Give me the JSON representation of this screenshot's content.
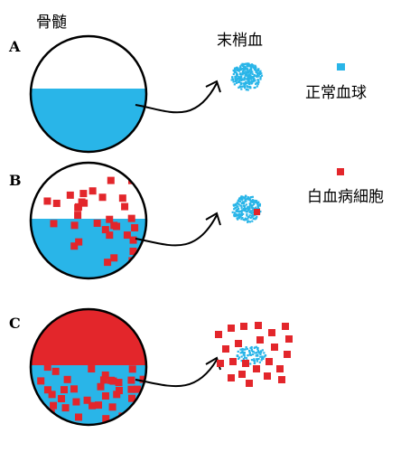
{
  "header": {
    "bone_marrow": "骨髄",
    "peripheral_blood": "末梢血"
  },
  "rows": [
    {
      "label": "A"
    },
    {
      "label": "B"
    },
    {
      "label": "C"
    }
  ],
  "legend": {
    "normal": {
      "label": "正常血球",
      "color": "#29b5e8"
    },
    "leukemia": {
      "label": "白血病細胞",
      "color": "#e3262b"
    }
  },
  "colors": {
    "normal": "#29b5e8",
    "leukemia": "#e3262b",
    "outline": "#000000"
  }
}
